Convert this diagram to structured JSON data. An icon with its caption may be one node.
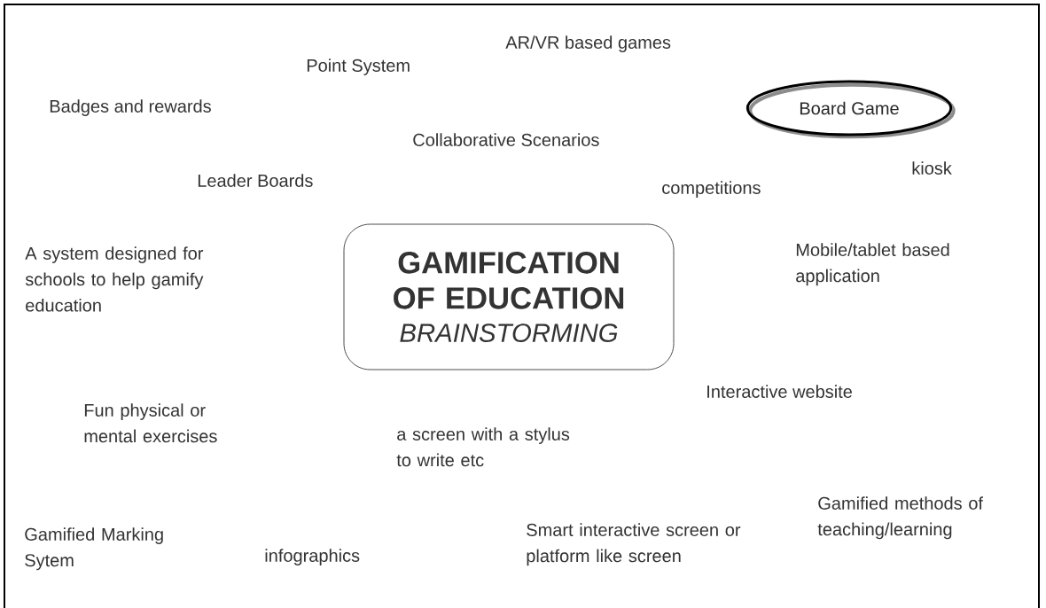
{
  "diagram": {
    "nodes": [
      {
        "text": [
          "GAMIFICATION OF EDUCATION",
          "BRAINSTORMING"
        ]
      },
      {
        "text": [
          "Board Game"
        ]
      }
    ],
    "labels": [
      "AR/VR based games",
      "Point System",
      "Badges and rewards",
      "Collaborative Scenarios",
      "kiosk",
      "Leader Boards",
      "competitions",
      "A system designed for schools to help gamify education",
      "Mobile/tablet based application",
      "Interactive website",
      "Fun physical or mental exercises",
      "a screen with a stylus to write etc",
      "Gamified methods of teaching/learning",
      "Gamified Marking Sytem",
      "Smart interactive screen or platform like screen",
      "infographics"
    ]
  }
}
